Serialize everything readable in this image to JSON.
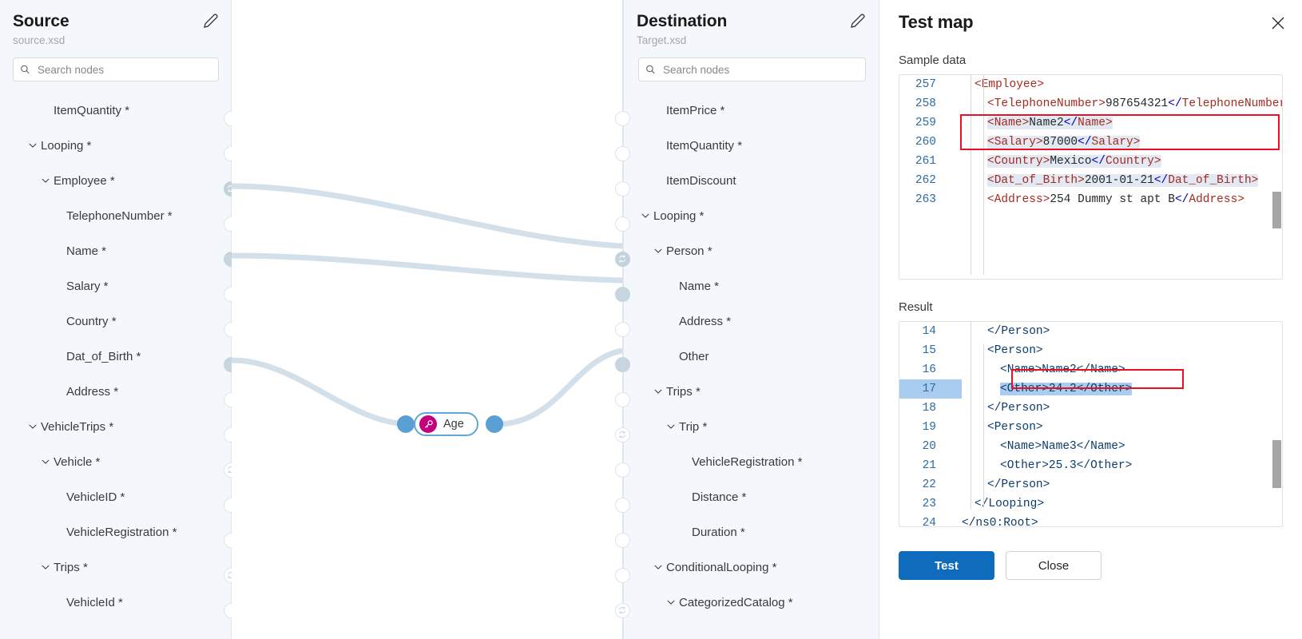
{
  "source": {
    "title": "Source",
    "file": "source.xsd",
    "edit_icon": "pencil-icon",
    "search": {
      "placeholder": "Search nodes",
      "value": "",
      "icon": "search-icon"
    },
    "nodes": [
      {
        "label": "ItemQuantity",
        "required": "*",
        "indent": 1,
        "expandable": false,
        "handle": "empty"
      },
      {
        "label": "Looping",
        "required": "*",
        "indent": 0,
        "expandable": true,
        "handle": "empty"
      },
      {
        "label": "Employee",
        "required": "*",
        "indent": 1,
        "expandable": true,
        "handle": "loop-filled"
      },
      {
        "label": "TelephoneNumber",
        "required": "*",
        "indent": 2,
        "expandable": false,
        "handle": "empty"
      },
      {
        "label": "Name",
        "required": "*",
        "indent": 2,
        "expandable": false,
        "handle": "filled"
      },
      {
        "label": "Salary",
        "required": "*",
        "indent": 2,
        "expandable": false,
        "handle": "empty"
      },
      {
        "label": "Country",
        "required": "*",
        "indent": 2,
        "expandable": false,
        "handle": "empty"
      },
      {
        "label": "Dat_of_Birth",
        "required": "*",
        "indent": 2,
        "expandable": false,
        "handle": "filled"
      },
      {
        "label": "Address",
        "required": "*",
        "indent": 2,
        "expandable": false,
        "handle": "empty"
      },
      {
        "label": "VehicleTrips",
        "required": "*",
        "indent": 0,
        "expandable": true,
        "handle": "empty"
      },
      {
        "label": "Vehicle",
        "required": "*",
        "indent": 1,
        "expandable": true,
        "handle": "loop"
      },
      {
        "label": "VehicleID",
        "required": "*",
        "indent": 2,
        "expandable": false,
        "handle": "empty"
      },
      {
        "label": "VehicleRegistration",
        "required": "*",
        "indent": 2,
        "expandable": false,
        "handle": "empty"
      },
      {
        "label": "Trips",
        "required": "*",
        "indent": 1,
        "expandable": true,
        "handle": "loop"
      },
      {
        "label": "VehicleId",
        "required": "*",
        "indent": 2,
        "expandable": false,
        "handle": "empty"
      }
    ]
  },
  "destination": {
    "title": "Destination",
    "file": "Target.xsd",
    "edit_icon": "pencil-icon",
    "search": {
      "placeholder": "Search nodes",
      "value": "",
      "icon": "search-icon"
    },
    "nodes": [
      {
        "label": "ItemPrice",
        "required": "*",
        "indent": 1,
        "expandable": false,
        "handle": "empty"
      },
      {
        "label": "ItemQuantity",
        "required": "*",
        "indent": 1,
        "expandable": false,
        "handle": "empty"
      },
      {
        "label": "ItemDiscount",
        "required": "",
        "indent": 1,
        "expandable": false,
        "handle": "empty"
      },
      {
        "label": "Looping",
        "required": "*",
        "indent": 0,
        "expandable": true,
        "handle": "empty"
      },
      {
        "label": "Person",
        "required": "*",
        "indent": 1,
        "expandable": true,
        "handle": "loop-filled"
      },
      {
        "label": "Name",
        "required": "*",
        "indent": 2,
        "expandable": false,
        "handle": "filled"
      },
      {
        "label": "Address",
        "required": "*",
        "indent": 2,
        "expandable": false,
        "handle": "empty"
      },
      {
        "label": "Other",
        "required": "",
        "indent": 2,
        "expandable": false,
        "handle": "filled"
      },
      {
        "label": "Trips",
        "required": "*",
        "indent": 1,
        "expandable": true,
        "handle": "empty"
      },
      {
        "label": "Trip",
        "required": "*",
        "indent": 2,
        "expandable": true,
        "handle": "loop"
      },
      {
        "label": "VehicleRegistration",
        "required": "*",
        "indent": 3,
        "expandable": false,
        "handle": "empty"
      },
      {
        "label": "Distance",
        "required": "*",
        "indent": 3,
        "expandable": false,
        "handle": "empty"
      },
      {
        "label": "Duration",
        "required": "*",
        "indent": 3,
        "expandable": false,
        "handle": "empty"
      },
      {
        "label": "ConditionalLooping",
        "required": "*",
        "indent": 1,
        "expandable": true,
        "handle": "empty"
      },
      {
        "label": "CategorizedCatalog",
        "required": "*",
        "indent": 2,
        "expandable": true,
        "handle": "loop"
      }
    ]
  },
  "canvas": {
    "function_node": {
      "label": "Age",
      "icon": "function-wrench-icon",
      "icon_color": "#c5007c",
      "border_color": "#61a6d6",
      "dot_color": "#5aa0d4"
    },
    "edge_color": "#d3e0e9"
  },
  "test_map": {
    "title": "Test map",
    "close_icon": "close-icon",
    "sample_label": "Sample data",
    "result_label": "Result",
    "buttons": {
      "test": "Test",
      "close": "Close"
    },
    "sample_lines": [
      {
        "num": "257",
        "indent": 1,
        "parts": [
          {
            "t": "tag",
            "s": "<Employee>"
          }
        ]
      },
      {
        "num": "258",
        "indent": 2,
        "parts": [
          {
            "t": "tag",
            "s": "<TelephoneNumber>"
          },
          {
            "t": "val",
            "s": "987654321"
          },
          {
            "t": "br",
            "s": "</"
          },
          {
            "t": "tag",
            "s": "TelephoneNumber>"
          }
        ]
      },
      {
        "num": "259",
        "indent": 2,
        "hl": true,
        "parts": [
          {
            "t": "tag",
            "s": "<Name>"
          },
          {
            "t": "val",
            "s": "Name2"
          },
          {
            "t": "br",
            "s": "</"
          },
          {
            "t": "tag",
            "s": "Name>"
          }
        ]
      },
      {
        "num": "260",
        "indent": 2,
        "hl": true,
        "parts": [
          {
            "t": "tag",
            "s": "<Salary>"
          },
          {
            "t": "val",
            "s": "87000"
          },
          {
            "t": "br",
            "s": "</"
          },
          {
            "t": "tag",
            "s": "Salary>"
          }
        ]
      },
      {
        "num": "261",
        "indent": 2,
        "hl": true,
        "parts": [
          {
            "t": "tag",
            "s": "<Country>"
          },
          {
            "t": "val",
            "s": "Mexico"
          },
          {
            "t": "br",
            "s": "</"
          },
          {
            "t": "tag",
            "s": "Country>"
          }
        ]
      },
      {
        "num": "262",
        "indent": 2,
        "hl": true,
        "boxed": true,
        "parts": [
          {
            "t": "tag",
            "s": "<Dat_of_Birth>"
          },
          {
            "t": "val",
            "s": "2001-01-21"
          },
          {
            "t": "br",
            "s": "</"
          },
          {
            "t": "tag",
            "s": "Dat_of_Birth>"
          }
        ]
      },
      {
        "num": "263",
        "indent": 2,
        "parts": [
          {
            "t": "tag",
            "s": "<Address>"
          },
          {
            "t": "val",
            "s": "254 Dummy st apt B"
          },
          {
            "t": "br",
            "s": "</"
          },
          {
            "t": "tag",
            "s": "Address>"
          }
        ]
      }
    ],
    "result_lines": [
      {
        "num": "14",
        "indent": 2,
        "clipped": true,
        "text": "</Person>"
      },
      {
        "num": "15",
        "indent": 2,
        "text": "<Person>"
      },
      {
        "num": "16",
        "indent": 3,
        "text": "<Name>Name2</Name>"
      },
      {
        "num": "17",
        "indent": 3,
        "text": "<Other>24.2</Other>",
        "hl_blue": true,
        "boxed": true
      },
      {
        "num": "18",
        "indent": 2,
        "text": "</Person>"
      },
      {
        "num": "19",
        "indent": 2,
        "text": "<Person>"
      },
      {
        "num": "20",
        "indent": 3,
        "text": "<Name>Name3</Name>"
      },
      {
        "num": "21",
        "indent": 3,
        "text": "<Other>25.3</Other>"
      },
      {
        "num": "22",
        "indent": 2,
        "text": "</Person>"
      },
      {
        "num": "23",
        "indent": 1,
        "text": "</Looping>"
      },
      {
        "num": "24",
        "indent": 0,
        "text": "</ns0:Root>"
      }
    ]
  }
}
